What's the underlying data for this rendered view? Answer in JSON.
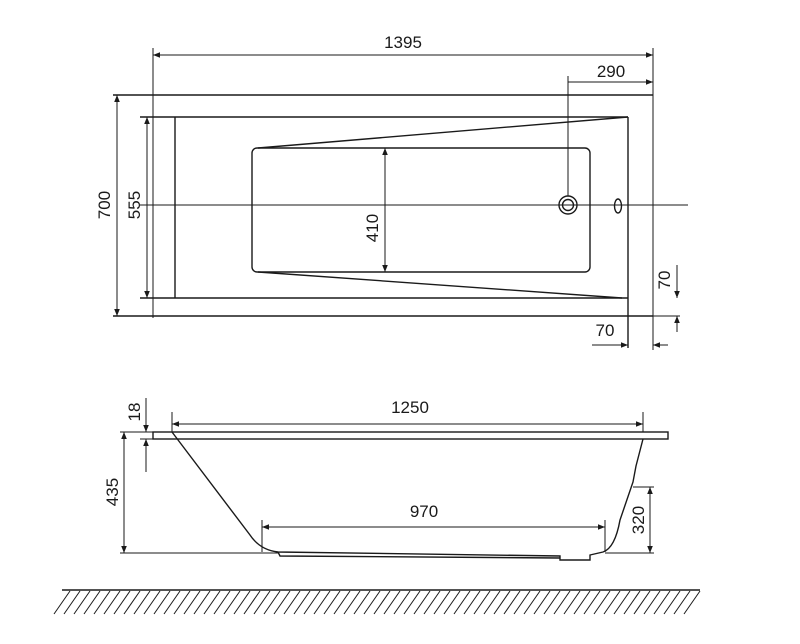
{
  "top_view": {
    "overall_length": "1395",
    "overall_width": "700",
    "inner_width": "555",
    "basin_width": "410",
    "drain_offset": "290",
    "rim_side_offset": "70",
    "rim_end_offset": "70"
  },
  "side_view": {
    "rim_thickness": "18",
    "top_length": "1250",
    "height": "435",
    "bottom_length": "970",
    "foot_height": "320"
  },
  "colors": {
    "line": "#1a1a1a",
    "background": "#ffffff"
  }
}
